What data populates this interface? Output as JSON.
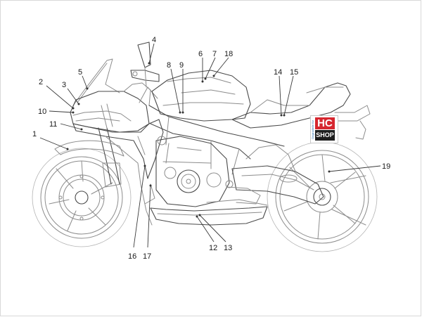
{
  "diagram": {
    "callouts": [
      "1",
      "2",
      "3",
      "4",
      "5",
      "6",
      "7",
      "8",
      "9",
      "10",
      "11",
      "12",
      "13",
      "14",
      "15",
      "16",
      "17",
      "18",
      "19"
    ]
  },
  "logo": {
    "hc": "HC",
    "shop": "SHOP",
    "side_text": "Originalteile für"
  }
}
